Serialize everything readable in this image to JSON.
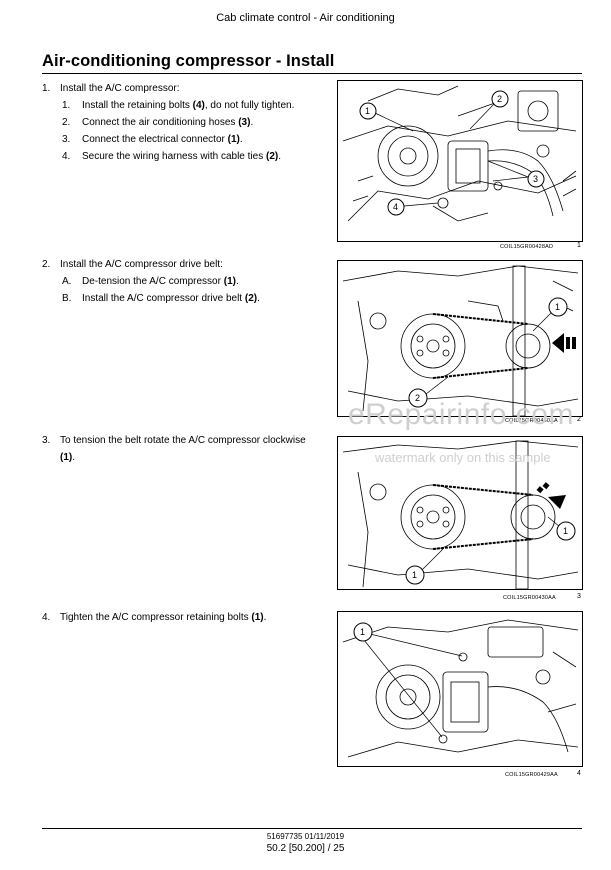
{
  "header": {
    "title": "Cab climate control - Air conditioning"
  },
  "section": {
    "title": "Air-conditioning compressor - Install"
  },
  "steps": [
    {
      "num": "1.",
      "text": "Install the A/C compressor:"
    },
    {
      "num": "2.",
      "text": "Install the A/C compressor drive belt:"
    },
    {
      "num": "3.",
      "text_a": "To tension the belt rotate the A/C compressor clockwise",
      "ref": "(1)",
      "text_b": "."
    },
    {
      "num": "4.",
      "text_a": "Tighten the A/C compressor retaining bolts ",
      "ref": "(1)",
      "text_b": "."
    }
  ],
  "step1_subs": [
    {
      "num": "1.",
      "text_a": "Install the retaining bolts ",
      "ref": "(4)",
      "text_b": ", do not fully tighten."
    },
    {
      "num": "2.",
      "text_a": "Connect the air conditioning hoses ",
      "ref": "(3)",
      "text_b": "."
    },
    {
      "num": "3.",
      "text_a": "Connect the electrical connector ",
      "ref": "(1)",
      "text_b": "."
    },
    {
      "num": "4.",
      "text_a": "Secure the wiring harness with cable ties ",
      "ref": "(2)",
      "text_b": "."
    }
  ],
  "step2_subs": [
    {
      "num": "A.",
      "text_a": "De-tension the A/C compressor ",
      "ref": "(1)",
      "text_b": "."
    },
    {
      "num": "B.",
      "text_a": "Install the A/C compressor drive belt ",
      "ref": "(2)",
      "text_b": "."
    }
  ],
  "figures": [
    {
      "code": "COIL15GR00428AD",
      "num": "1",
      "callouts": [
        "1",
        "2",
        "3",
        "4"
      ]
    },
    {
      "code": "COIL15GR00430AA",
      "num": "2",
      "callouts": [
        "1",
        "2"
      ]
    },
    {
      "code": "COIL15GR00430AA",
      "num": "3",
      "callouts": [
        "1",
        "1"
      ]
    },
    {
      "code": "COIL15GR00429AA",
      "num": "4",
      "callouts": [
        "1"
      ]
    }
  ],
  "watermark": {
    "main": "eRepairinfo.com",
    "sub": "watermark only on this sample"
  },
  "footer": {
    "doc": "51697735 01/11/2019",
    "page": "50.2 [50.200] / 25"
  }
}
